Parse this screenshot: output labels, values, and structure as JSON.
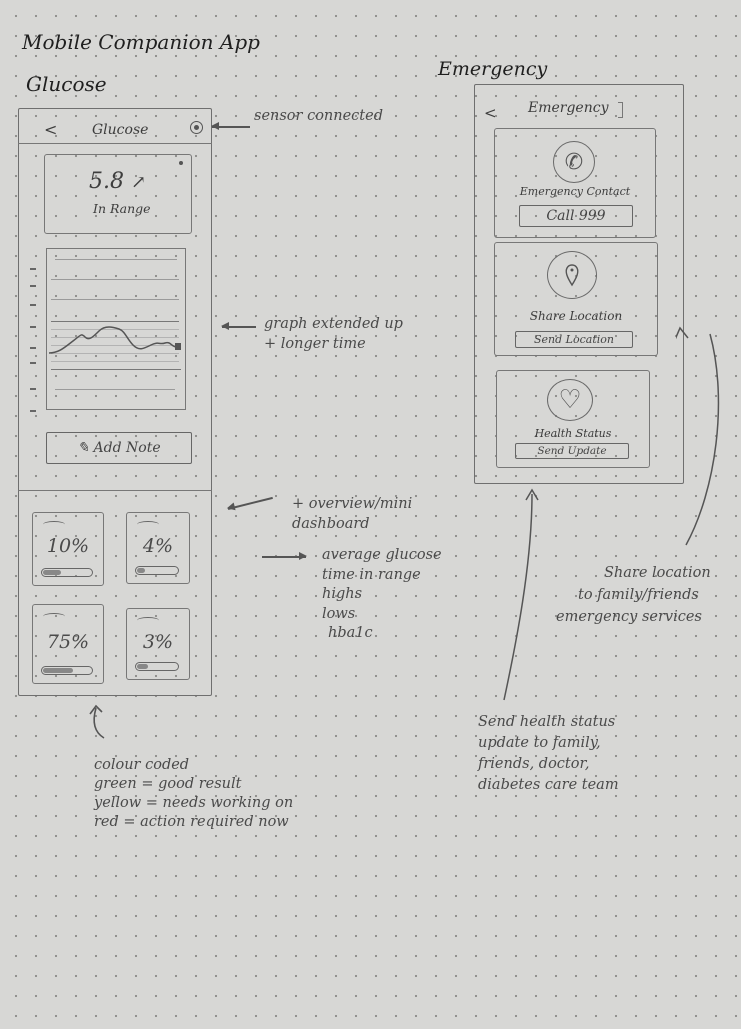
{
  "page": {
    "title": "Mobile Companion App"
  },
  "glucose_section": {
    "heading": "Glucose",
    "header": {
      "back_icon": "chevron-left-icon",
      "back_glyph": "<",
      "title": "Glucose",
      "sensor_icon": "sensor-status-icon"
    },
    "reading": {
      "value": "5.8",
      "trend_glyph": "↗",
      "trend": "rising",
      "label": "In Range"
    },
    "graph": {
      "description": "glucose trend line chart"
    },
    "add_note_button": {
      "icon_glyph": "✎",
      "label": "Add Note"
    },
    "mini_dashboard": {
      "tiles": [
        {
          "value": "10%",
          "fill": 0.35
        },
        {
          "value": "4%",
          "fill": 0.2
        },
        {
          "value": "75%",
          "fill": 0.6
        },
        {
          "value": "3%",
          "fill": 0.25
        }
      ]
    }
  },
  "emergency_section": {
    "heading": "Emergency",
    "header": {
      "back_glyph": "<",
      "title": "Emergency"
    },
    "cards": [
      {
        "icon": "phone-icon",
        "icon_glyph": "✆",
        "label": "Emergency Contact",
        "button": "Call 999"
      },
      {
        "icon": "location-pin-icon",
        "icon_glyph": "⚲",
        "label": "Share Location",
        "button": "Send Location"
      },
      {
        "icon": "heart-icon",
        "icon_glyph": "♡",
        "label": "Health Status",
        "button": "Send Update"
      }
    ]
  },
  "annotations": {
    "sensor": "sensor connected",
    "graph": [
      "graph extended up",
      "+ longer time"
    ],
    "dashboard": [
      "+ overview/mini",
      "dashboard"
    ],
    "metrics": [
      "average glucose",
      "time in range",
      "highs",
      "lows",
      "hba1c"
    ],
    "colour_coding": [
      "colour coded",
      "green = good result",
      "yellow = needs working on",
      "red = action required now"
    ],
    "share_location": [
      "Share location",
      "to family/friends",
      "emergency services"
    ],
    "health_status": [
      "Send health status",
      "update to family,",
      "friends, doctor,",
      "diabetes care team"
    ]
  }
}
